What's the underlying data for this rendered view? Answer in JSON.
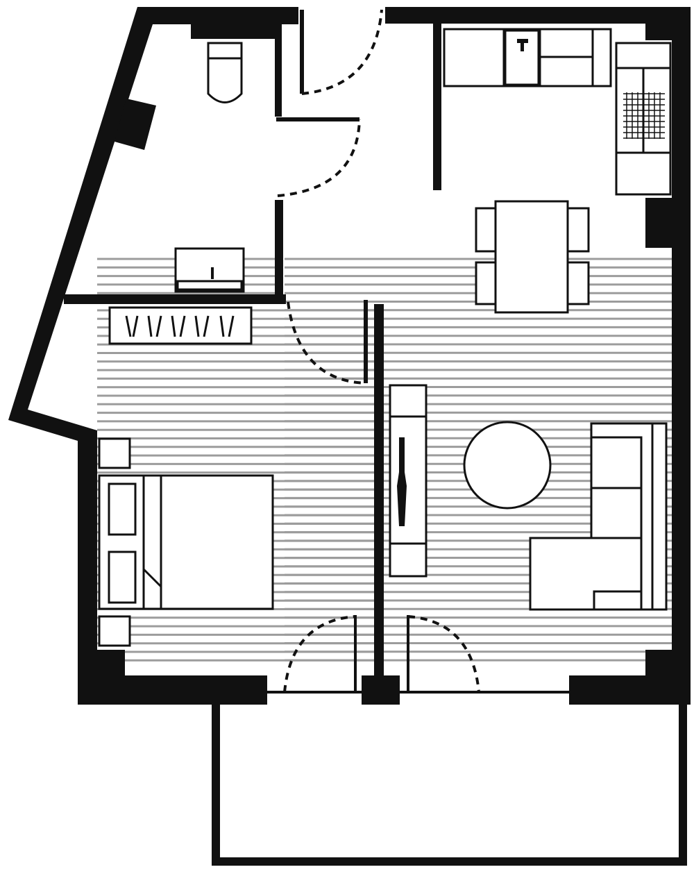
{
  "colors": {
    "wall": "#111111",
    "hatch": "#9c9c9c",
    "background": "#ffffff"
  },
  "rooms": [
    "bathroom",
    "entrance-hall",
    "kitchen",
    "dining-area",
    "bedroom",
    "living-room",
    "balcony"
  ],
  "furniture": [
    "toilet",
    "bathroom-sink",
    "wardrobe",
    "kitchen-counter",
    "kitchen-sink",
    "hob",
    "tall-units",
    "dining-table",
    "dining-chairs",
    "double-bed",
    "bedside-tables",
    "pillows",
    "tv-unit",
    "round-coffee-table",
    "corner-sofa"
  ],
  "flooring": {
    "type": "hatched-lines",
    "rooms": [
      "bedroom",
      "living-room",
      "dining-area"
    ]
  }
}
